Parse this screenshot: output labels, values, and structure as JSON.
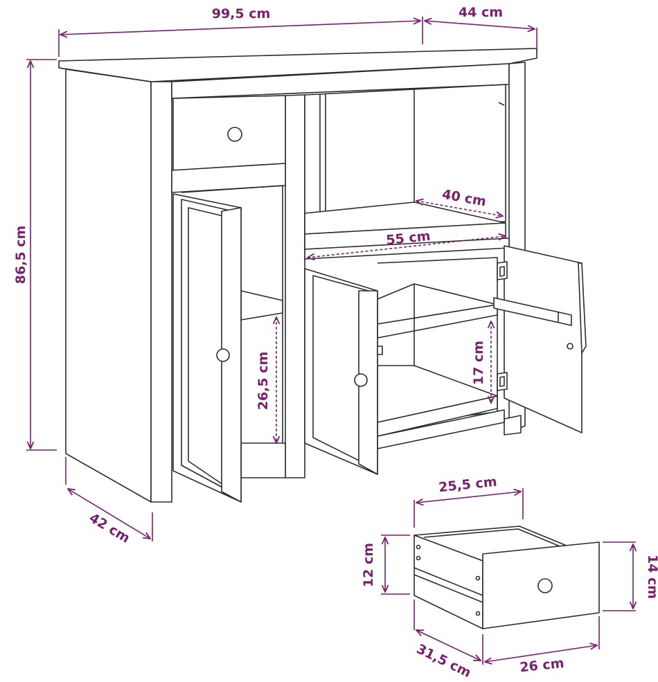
{
  "dimensions": {
    "width_total": "99,5 cm",
    "depth_top": "44 cm",
    "height_total": "86,5 cm",
    "depth_bottom": "42 cm",
    "shelf_depth": "40 cm",
    "shelf_width": "55 cm",
    "left_compartment_height": "26,5 cm",
    "right_compartment_height": "17 cm",
    "drawer_inner_width": "25,5 cm",
    "drawer_height": "12 cm",
    "drawer_front_height": "14 cm",
    "drawer_depth": "31,5 cm",
    "drawer_front_width": "26 cm"
  },
  "colors": {
    "dimension": "#7a1e6e",
    "outline": "#2b2b2b"
  }
}
